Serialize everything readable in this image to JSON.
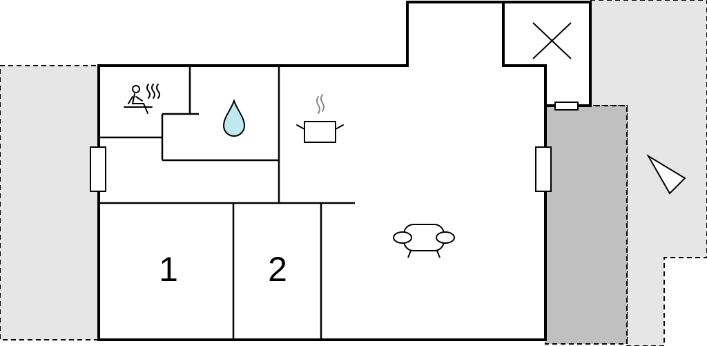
{
  "floorplan": {
    "rooms": [
      {
        "id": "bedroom-1",
        "label": "1"
      },
      {
        "id": "bedroom-2",
        "label": "2"
      }
    ],
    "icons": [
      "sauna-icon",
      "water-drop-icon",
      "cooking-pot-icon",
      "sofa-icon",
      "cross-icon",
      "compass-icon"
    ],
    "colors": {
      "terrace": "#e6e6e6",
      "covered_terrace": "#c0c0c0",
      "water": "#bfe8f0",
      "wall": "#000000"
    }
  }
}
